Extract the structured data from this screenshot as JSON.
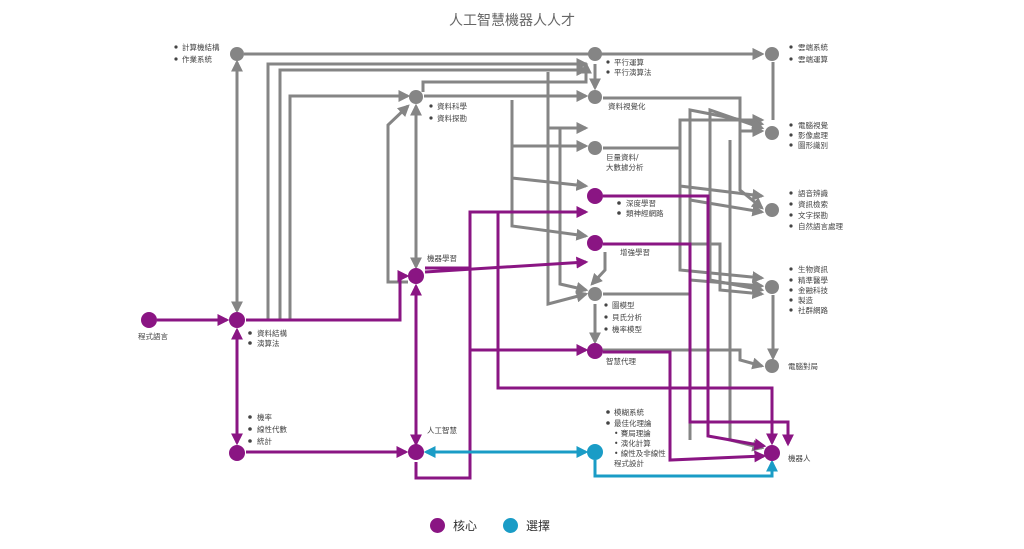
{
  "title": "人工智慧機器人人才",
  "colors": {
    "core": "#8a1583",
    "elective": "#1a9cc6",
    "other": "#858585"
  },
  "nodes": {
    "os": {
      "labels": [
        "計算機結構",
        "作業系統"
      ]
    },
    "prog": {
      "labels": [
        "程式語言"
      ]
    },
    "ds": {
      "labels": [
        "資料結構",
        "演算法"
      ]
    },
    "math": {
      "labels": [
        "機率",
        "線性代數",
        "統計"
      ]
    },
    "datasci": {
      "labels": [
        "資料科學",
        "資料探勘"
      ]
    },
    "ml": {
      "labels": [
        "機器學習"
      ]
    },
    "ai": {
      "labels": [
        "人工智慧"
      ]
    },
    "parallel": {
      "labels": [
        "平行運算",
        "平行演算法"
      ]
    },
    "vis": {
      "labels": [
        "資料視覺化"
      ]
    },
    "bigdata": {
      "labels": [
        "巨量資料/",
        "大數據分析"
      ]
    },
    "dl": {
      "labels": [
        "深度學習",
        "類神經網路"
      ]
    },
    "rl": {
      "labels": [
        "增強學習"
      ]
    },
    "graph": {
      "labels": [
        "圖模型",
        "貝氏分析",
        "機率模型"
      ]
    },
    "agent": {
      "labels": [
        "智慧代理"
      ]
    },
    "fuzzy": {
      "labels": [
        "模糊系統",
        "最佳化理論",
        "• 賽局理論",
        "• 演化計算",
        "• 線性及非線性",
        "  程式設計"
      ]
    },
    "cloud": {
      "labels": [
        "雲端系統",
        "雲端運算"
      ]
    },
    "cv": {
      "labels": [
        "電腦視覺",
        "影像處理",
        "圖形識別"
      ]
    },
    "nlp": {
      "labels": [
        "語音辨識",
        "資訊檢索",
        "文字探勘",
        "自然語言處理"
      ]
    },
    "app": {
      "labels": [
        "生物資訊",
        "精準醫學",
        "金融科技",
        "製造",
        "社群網路"
      ]
    },
    "game": {
      "labels": [
        "電腦對局"
      ]
    },
    "robot": {
      "labels": [
        "機器人"
      ]
    }
  },
  "legend": [
    {
      "label": "核心",
      "color": "#8a1583"
    },
    {
      "label": "選擇",
      "color": "#1a9cc6"
    }
  ]
}
